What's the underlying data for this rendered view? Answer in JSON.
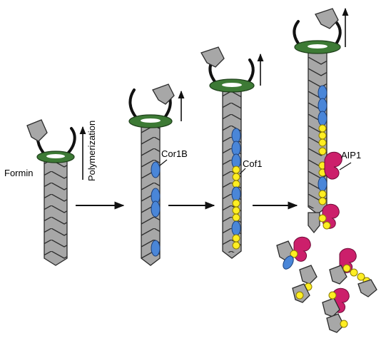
{
  "labels": {
    "formin": "Formin",
    "polymerization": "Polymerization",
    "cor1b": "Cor1B",
    "cof1": "Cof1",
    "aip1": "AIP1"
  },
  "colors": {
    "actin_fill": "#a7a7a7",
    "actin_stroke": "#2b2b2b",
    "formin_ring": "#3d7a35",
    "cor1b": "#4a86d8",
    "cof1": "#ffee22",
    "aip1": "#cc1f6b"
  }
}
